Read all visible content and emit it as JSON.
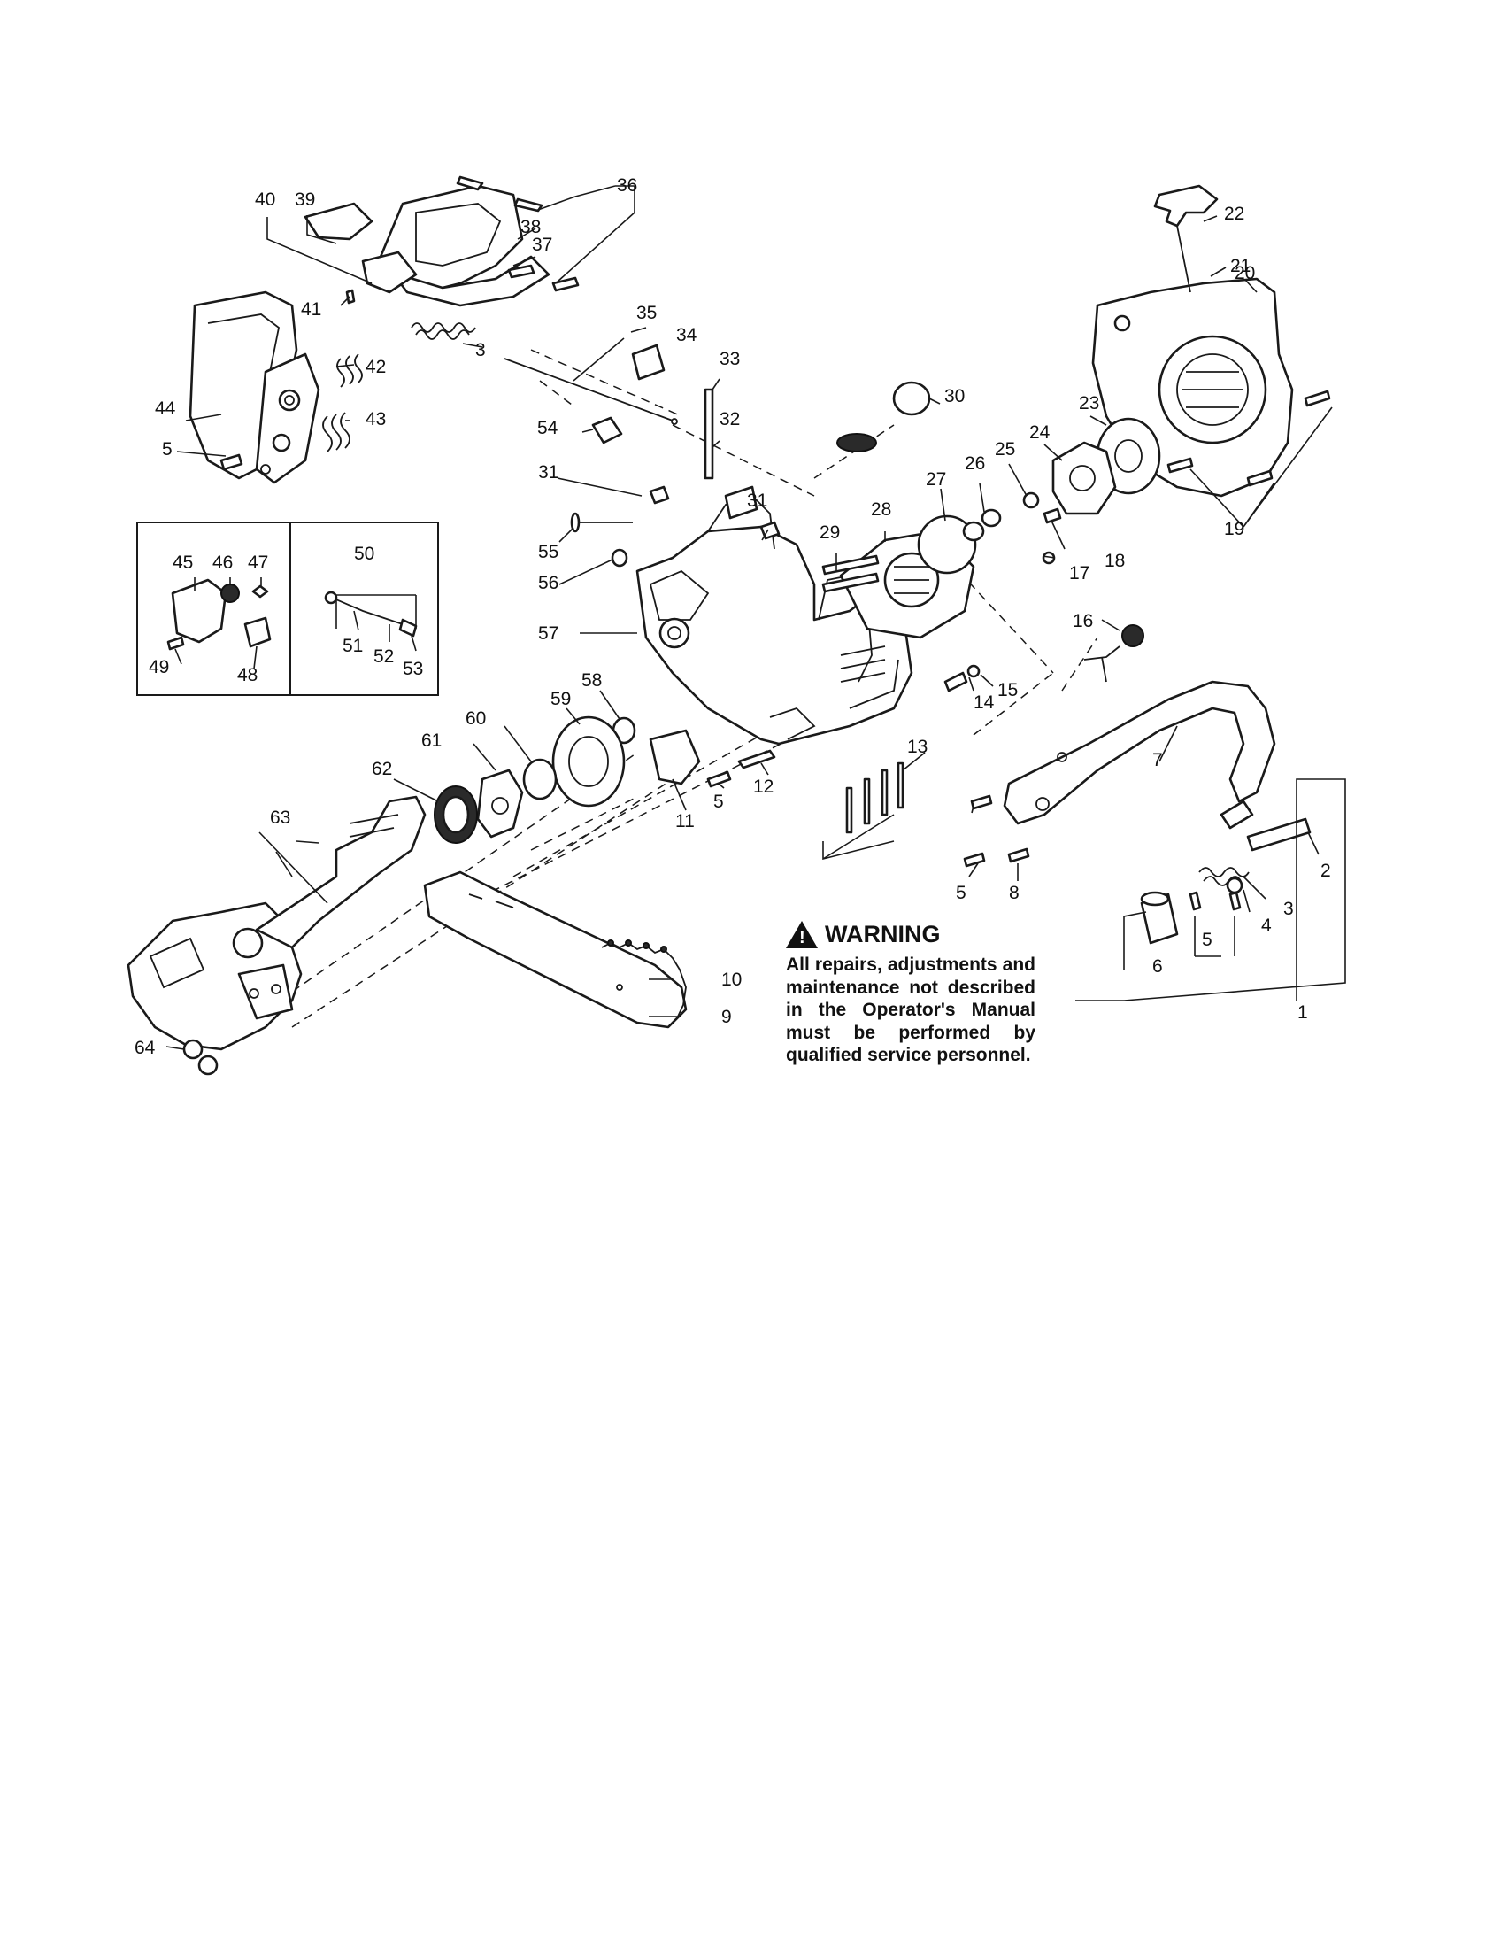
{
  "callouts": {
    "c1": "1",
    "c2": "2",
    "c3": "3",
    "c3b": "3",
    "c4": "4",
    "c5": "5",
    "c5b": "5",
    "c5c": "5",
    "c5d": "5",
    "c6": "6",
    "c7": "7",
    "c8": "8",
    "c9": "9",
    "c10": "10",
    "c11": "11",
    "c12": "12",
    "c13": "13",
    "c14": "14",
    "c15": "15",
    "c16": "16",
    "c17": "17",
    "c18": "18",
    "c19": "19",
    "c20": "20",
    "c21": "21",
    "c22": "22",
    "c23": "23",
    "c24": "24",
    "c25": "25",
    "c26": "26",
    "c27": "27",
    "c28": "28",
    "c29": "29",
    "c30": "30",
    "c31": "31",
    "c31b": "31",
    "c32": "32",
    "c33": "33",
    "c34": "34",
    "c35": "35",
    "c36": "36",
    "c37": "37",
    "c38": "38",
    "c39": "39",
    "c40": "40",
    "c41": "41",
    "c42": "42",
    "c43": "43",
    "c44": "44",
    "c45": "45",
    "c46": "46",
    "c47": "47",
    "c48": "48",
    "c49": "49",
    "c50": "50",
    "c51": "51",
    "c52": "52",
    "c53": "53",
    "c54": "54",
    "c55": "55",
    "c56": "56",
    "c57": "57",
    "c58": "58",
    "c59": "59",
    "c60": "60",
    "c61": "61",
    "c62": "62",
    "c63": "63",
    "c64": "64"
  },
  "warning": {
    "title": "WARNING",
    "symbol": "!",
    "body": "All repairs, adjustments and maintenance not described in the Operator's Manual must be performed by qualified service personnel."
  }
}
